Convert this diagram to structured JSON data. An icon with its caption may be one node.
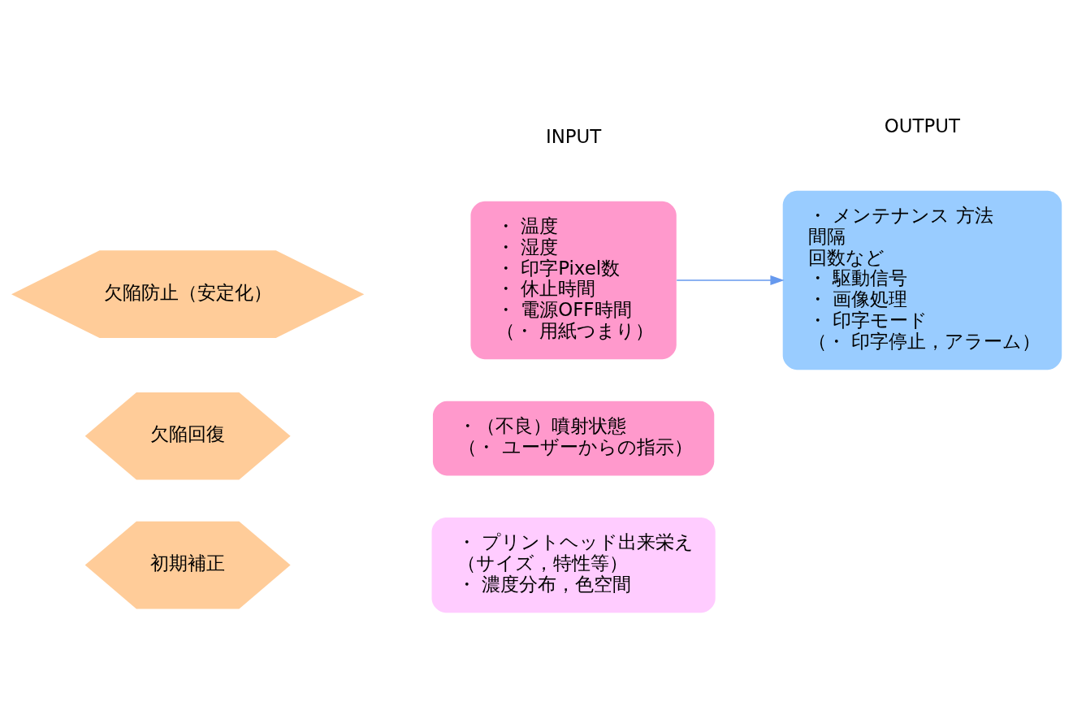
{
  "diagram": {
    "nodes": [
      {
        "text": [
          "欠陥防止（安定化）"
        ]
      },
      {
        "text": [
          "・ 温度",
          "・ 湿度",
          "・ 印字Pixel数",
          "・ 休止時間",
          "・ 電源OFF時間",
          "（・ 用紙つまり）"
        ]
      },
      {
        "text": [
          "・ メンテナンス 方法",
          "間隔",
          "回数など",
          "・ 駆動信号",
          "・ 画像処理",
          "・ 印字モード",
          "（・ 印字停止，アラーム）"
        ]
      },
      {
        "text": [
          "欠陥回復"
        ]
      },
      {
        "text": [
          "・（不良）噴射状態",
          "（・ ユーザーからの指示）"
        ]
      },
      {
        "text": [
          "初期補正"
        ]
      },
      {
        "text": [
          "・ プリントヘッド出来栄え",
          "（サイズ，特性等）",
          "・ 濃度分布，色空間"
        ]
      }
    ],
    "edges": [
      {
        "from": 1,
        "to": 2,
        "arrow": "to"
      }
    ],
    "labels": [
      "INPUT",
      "OUTPUT"
    ]
  }
}
